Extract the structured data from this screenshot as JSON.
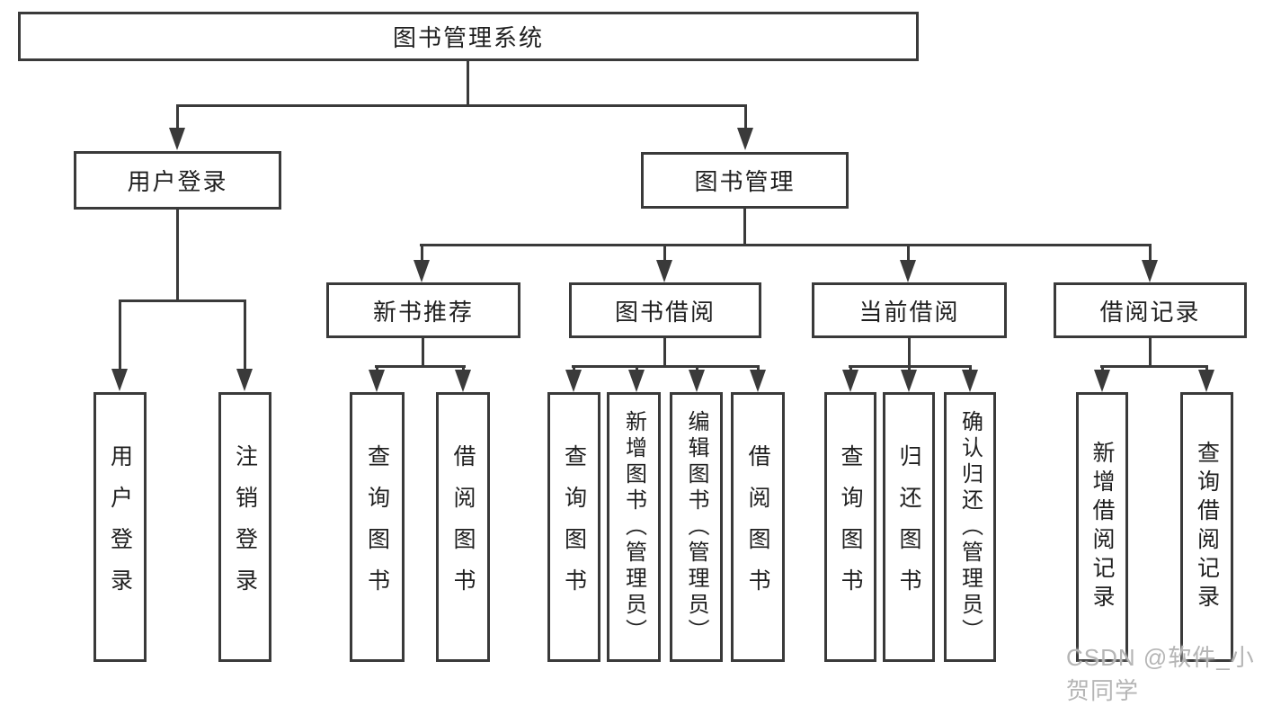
{
  "diagram": {
    "tree": {
      "label": "图书管理系统",
      "children": [
        {
          "label": "用户登录",
          "children": [
            {
              "label": "用户登录"
            },
            {
              "label": "注销登录"
            }
          ]
        },
        {
          "label": "图书管理",
          "children": [
            {
              "label": "新书推荐",
              "children": [
                {
                  "label": "查询图书"
                },
                {
                  "label": "借阅图书"
                }
              ]
            },
            {
              "label": "图书借阅",
              "children": [
                {
                  "label": "查询图书"
                },
                {
                  "label": "新增图书（管理员）"
                },
                {
                  "label": "编辑图书（管理员）"
                },
                {
                  "label": "借阅图书"
                }
              ]
            },
            {
              "label": "当前借阅",
              "children": [
                {
                  "label": "查询图书"
                },
                {
                  "label": "归还图书"
                },
                {
                  "label": "确认归还（管理员）"
                }
              ]
            },
            {
              "label": "借阅记录",
              "children": [
                {
                  "label": "新增借阅记录"
                },
                {
                  "label": "查询借阅记录"
                }
              ]
            }
          ]
        }
      ]
    }
  },
  "watermark": {
    "text": "CSDN @软件_小贺同学"
  },
  "colors": {
    "bg": "#ffffff",
    "line": "#3a3a3a",
    "text": "#1f1f1f",
    "watermark": "#b5b5b5"
  }
}
